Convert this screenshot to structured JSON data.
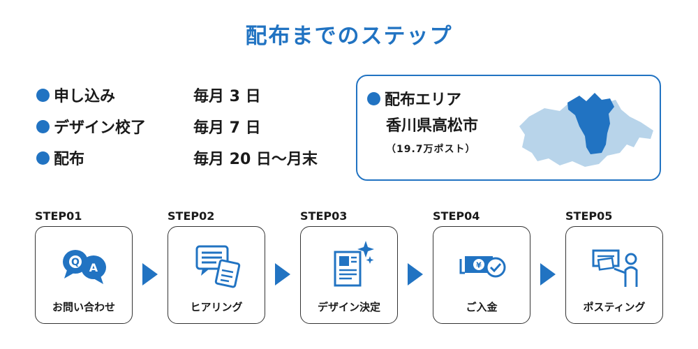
{
  "title": "配布までのステップ",
  "schedule": [
    {
      "label": "申し込み",
      "value": "毎月 3 日"
    },
    {
      "label": "デザイン校了",
      "value": "毎月 7 日"
    },
    {
      "label": "配布",
      "value": "毎月 20 日〜月末"
    }
  ],
  "area": {
    "title": "配布エリア",
    "city": "香川県高松市",
    "count": "（19.7万ポスト）"
  },
  "steps": [
    {
      "label": "STEP01",
      "name": "お問い合わせ",
      "icon": "qa-chat-icon"
    },
    {
      "label": "STEP02",
      "name": "ヒアリング",
      "icon": "hearing-document-icon"
    },
    {
      "label": "STEP03",
      "name": "デザイン決定",
      "icon": "design-sparkle-icon"
    },
    {
      "label": "STEP04",
      "name": "ご入金",
      "icon": "yen-payment-icon"
    },
    {
      "label": "STEP05",
      "name": "ポスティング",
      "icon": "posting-person-icon"
    }
  ],
  "colors": {
    "accent": "#2173c2",
    "map_light": "#b8d4ea",
    "map_dark": "#2173c2"
  }
}
